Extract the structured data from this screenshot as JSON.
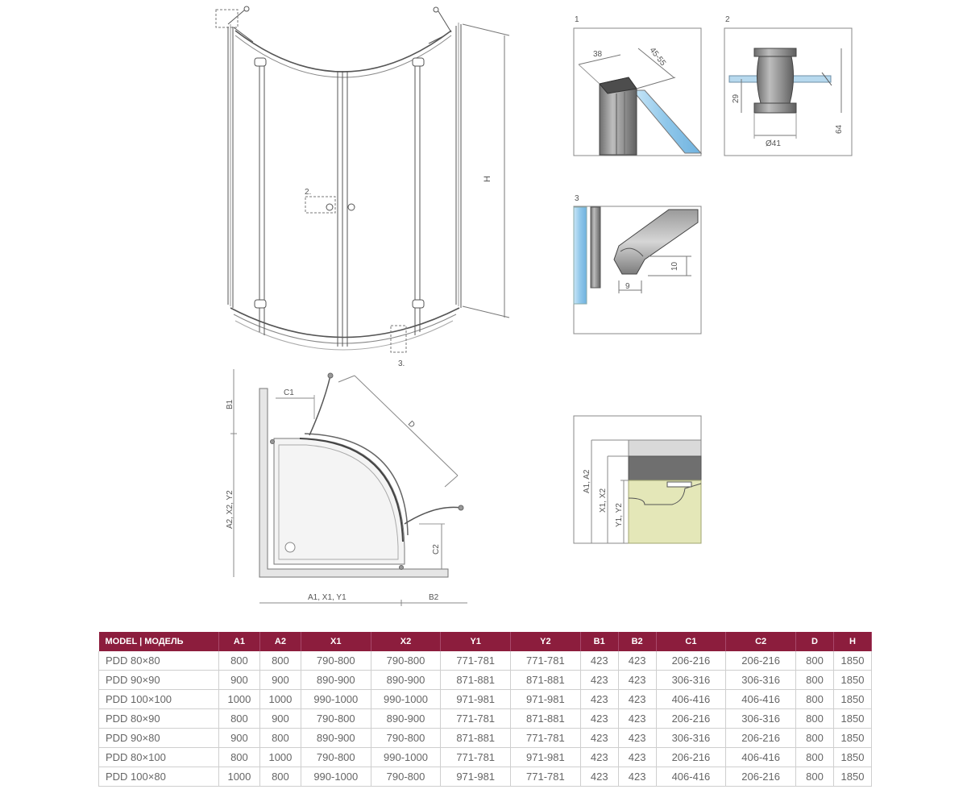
{
  "drawing": {
    "callout_2": "2.",
    "callout_3": "3.",
    "label_h": "H"
  },
  "detail_1": {
    "number": "1",
    "dim_38": "38",
    "dim_range": "45-55"
  },
  "detail_2": {
    "number": "2",
    "dim_29": "29",
    "dim_64": "64",
    "dim_dia": "Ø41"
  },
  "detail_3": {
    "number": "3",
    "dim_10": "10",
    "dim_9": "9"
  },
  "plan": {
    "label_c1": "C1",
    "label_d": "D",
    "label_b1": "B1",
    "label_a2": "A2, X2, Y2",
    "label_c2": "C2",
    "label_a1": "A1, X1, Y1",
    "label_b2": "B2"
  },
  "detail_4": {
    "label_a1": "A1, A2",
    "label_x1": "X1, X2",
    "label_y1": "Y1, Y2"
  },
  "table": {
    "headers": [
      "MODEL | МОДЕЛЬ",
      "A1",
      "A2",
      "X1",
      "X2",
      "Y1",
      "Y2",
      "B1",
      "B2",
      "C1",
      "C2",
      "D",
      "H"
    ],
    "rows": [
      [
        "PDD 80×80",
        "800",
        "800",
        "790-800",
        "790-800",
        "771-781",
        "771-781",
        "423",
        "423",
        "206-216",
        "206-216",
        "800",
        "1850"
      ],
      [
        "PDD 90×90",
        "900",
        "900",
        "890-900",
        "890-900",
        "871-881",
        "871-881",
        "423",
        "423",
        "306-316",
        "306-316",
        "800",
        "1850"
      ],
      [
        "PDD 100×100",
        "1000",
        "1000",
        "990-1000",
        "990-1000",
        "971-981",
        "971-981",
        "423",
        "423",
        "406-416",
        "406-416",
        "800",
        "1850"
      ],
      [
        "PDD 80×90",
        "800",
        "900",
        "790-800",
        "890-900",
        "771-781",
        "871-881",
        "423",
        "423",
        "206-216",
        "306-316",
        "800",
        "1850"
      ],
      [
        "PDD 90×80",
        "900",
        "800",
        "890-900",
        "790-800",
        "871-881",
        "771-781",
        "423",
        "423",
        "306-316",
        "206-216",
        "800",
        "1850"
      ],
      [
        "PDD 80×100",
        "800",
        "1000",
        "790-800",
        "990-1000",
        "771-781",
        "971-981",
        "423",
        "423",
        "206-216",
        "406-416",
        "800",
        "1850"
      ],
      [
        "PDD 100×80",
        "1000",
        "800",
        "990-1000",
        "790-800",
        "971-981",
        "771-781",
        "423",
        "423",
        "406-416",
        "206-216",
        "800",
        "1850"
      ]
    ]
  },
  "colors": {
    "table_header_bg": "#8c1d3d",
    "glass_blue": "#8fc7ea",
    "tray_yellow": "#e4e7b8"
  }
}
